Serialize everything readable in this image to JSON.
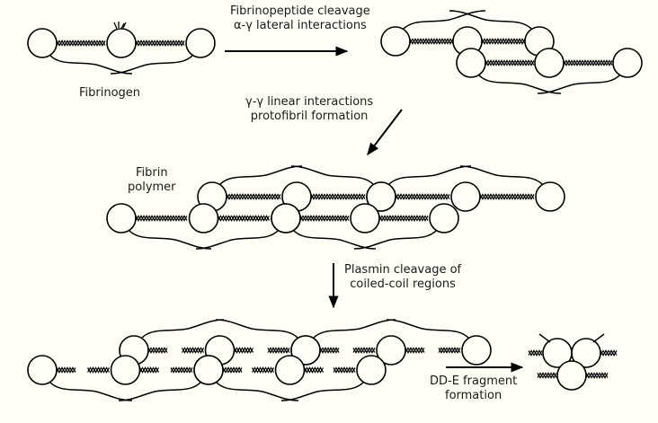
{
  "title": "Fibrin formation and fibrinolysis schematic",
  "labels": {
    "fibrinogen": "Fibrinogen",
    "step1_line1": "Fibrinopeptide cleavage",
    "step1_line2": "α-γ lateral interactions",
    "step2_line1": "γ-γ linear interactions",
    "step2_line2": "protofibril formation",
    "fibrin_line1": "Fibrin",
    "fibrin_line2": "polymer",
    "step3_line1": "Plasmin cleavage of",
    "step3_line2": "coiled-coil regions",
    "step4_line1": "DD-E fragment",
    "step4_line2": "formation"
  },
  "colors": {
    "background": "#fffff8",
    "ink": "#000000"
  },
  "stages": [
    {
      "name": "fibrinogen",
      "description": "single fibrinogen molecule: D-E-D nodules joined by coiled coils"
    },
    {
      "name": "half-staggered-dimer",
      "description": "two offset molecules after fibrinopeptide cleavage"
    },
    {
      "name": "fibrin-polymer",
      "description": "protofibril of staggered molecules"
    },
    {
      "name": "cleaved-polymer",
      "description": "polymer after plasmin cleavage of coiled-coil regions"
    },
    {
      "name": "dd-e-fragment",
      "description": "DD-E degradation fragment"
    }
  ]
}
